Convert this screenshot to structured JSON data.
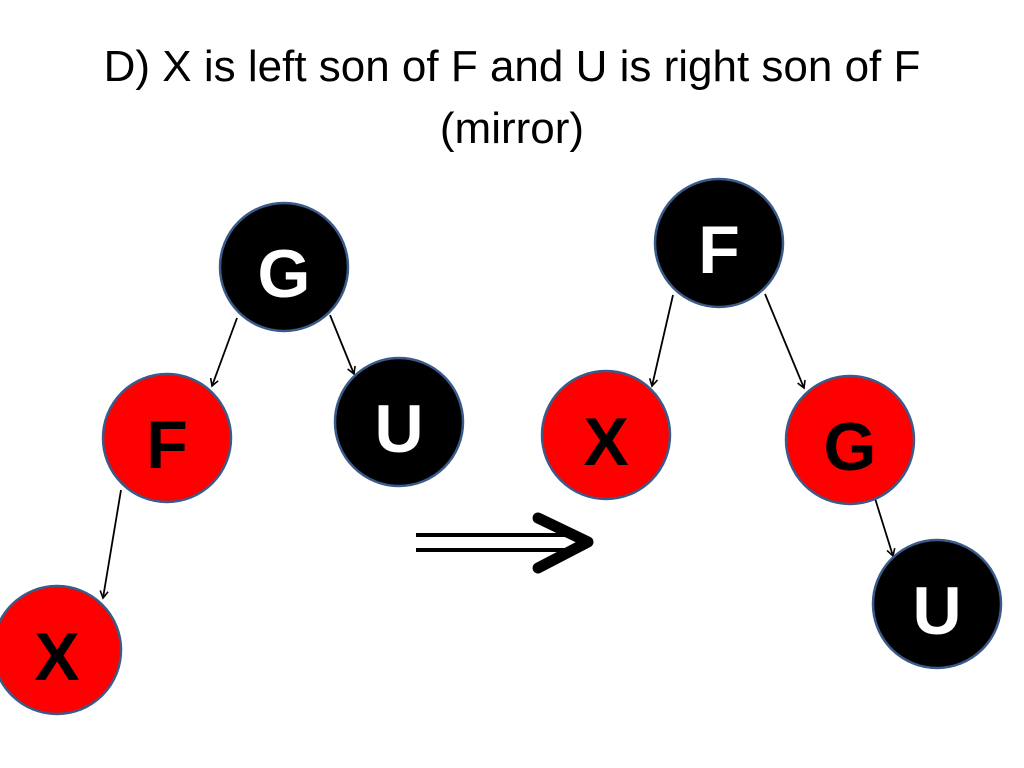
{
  "slide": {
    "title_line1": "D) X is left son of F and U is right son of F",
    "title_line2": "(mirror)"
  },
  "colors": {
    "red_node": "#ff0000",
    "black_node": "#000000",
    "node_border": "#3a5a8a",
    "red_node_text": "#000000",
    "black_node_text": "#ffffff",
    "edge": "#000000"
  },
  "before_tree": {
    "nodes": [
      {
        "id": "G",
        "label": "G",
        "color": "black"
      },
      {
        "id": "F",
        "label": "F",
        "color": "red"
      },
      {
        "id": "U",
        "label": "U",
        "color": "black"
      },
      {
        "id": "X",
        "label": "X",
        "color": "red"
      }
    ],
    "edges": [
      {
        "from": "G",
        "to": "F"
      },
      {
        "from": "G",
        "to": "U"
      },
      {
        "from": "F",
        "to": "X"
      }
    ]
  },
  "after_tree": {
    "nodes": [
      {
        "id": "F",
        "label": "F",
        "color": "black"
      },
      {
        "id": "X",
        "label": "X",
        "color": "red"
      },
      {
        "id": "G",
        "label": "G",
        "color": "red"
      },
      {
        "id": "U",
        "label": "U",
        "color": "black"
      }
    ],
    "edges": [
      {
        "from": "F",
        "to": "X"
      },
      {
        "from": "F",
        "to": "G"
      },
      {
        "from": "G",
        "to": "U"
      }
    ]
  },
  "transition": {
    "icon": "double-right-arrow-icon"
  }
}
